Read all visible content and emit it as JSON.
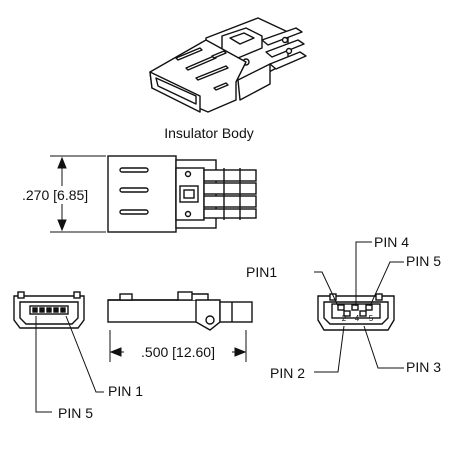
{
  "caption": "Insulator Body",
  "dims": {
    "height": ".270 [6.85]",
    "length": ".500 [12.60]"
  },
  "front_pins": {
    "pin1": "PIN 1",
    "pin5": "PIN 5"
  },
  "face_detail": {
    "pin1": "PIN1",
    "pin2": "PIN 2",
    "pin3": "PIN 3",
    "pin4": "PIN 4",
    "pin5": "PIN 5",
    "num2": "2",
    "num4": "4",
    "num5": "5"
  }
}
